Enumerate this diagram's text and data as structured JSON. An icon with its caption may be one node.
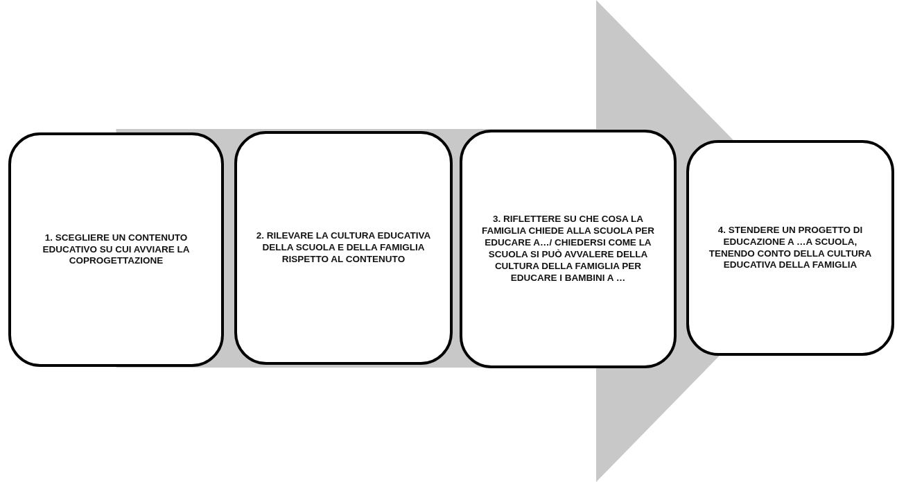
{
  "diagram": {
    "nodes": [
      {
        "text": [
          "1. SCEGLIERE UN CONTENUTO EDUCATIVO SU CUI AVVIARE LA COPROGETTAZIONE"
        ]
      },
      {
        "text": [
          "2. RILEVARE LA CULTURA EDUCATIVA DELLA SCUOLA E DELLA FAMIGLIA RISPETTO AL CONTENUTO"
        ]
      },
      {
        "text": [
          "3. RIFLETTERE SU CHE COSA LA FAMIGLIA CHIEDE ALLA SCUOLA PER EDUCARE A…/ CHIEDERSI COME LA SCUOLA SI PUÒ AVVALERE DELLA CULTURA DELLA FAMIGLIA PER EDUCARE I BAMBINI A …"
        ]
      },
      {
        "text": [
          "4. STENDERE UN PROGETTO DI EDUCAZIONE A …A SCUOLA, TENENDO CONTO DELLA CULTURA EDUCATIVA DELLA FAMIGLIA"
        ]
      }
    ],
    "edges": [
      {
        "from": 0,
        "to": 3,
        "arrow": "to"
      }
    ]
  }
}
